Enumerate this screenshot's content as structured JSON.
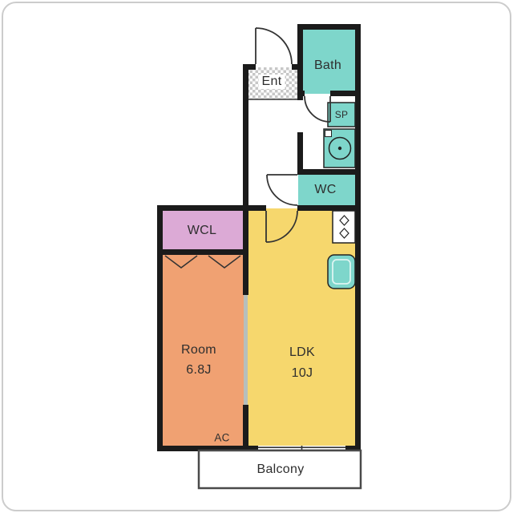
{
  "plan": {
    "rooms": {
      "bath": "Bath",
      "entrance": "Ent",
      "sp": "SP",
      "wc": "WC",
      "wcl": "WCL",
      "room": "Room",
      "room_size": "6.8J",
      "ldk": "LDK",
      "ldk_size": "10J",
      "ac": "AC",
      "balcony": "Balcony"
    },
    "colors": {
      "wall": "#1b1b1b",
      "bath": "#7ed6cb",
      "wc": "#7ed6cb",
      "fixture": "#7ed6cb",
      "wcl": "#dcaad6",
      "room": "#f0a172",
      "ldk": "#f6d76d",
      "hatch": "#c7c7c7",
      "balcony_outline": "#4a4a4a",
      "sliding_door": "#b7bfbc"
    }
  }
}
